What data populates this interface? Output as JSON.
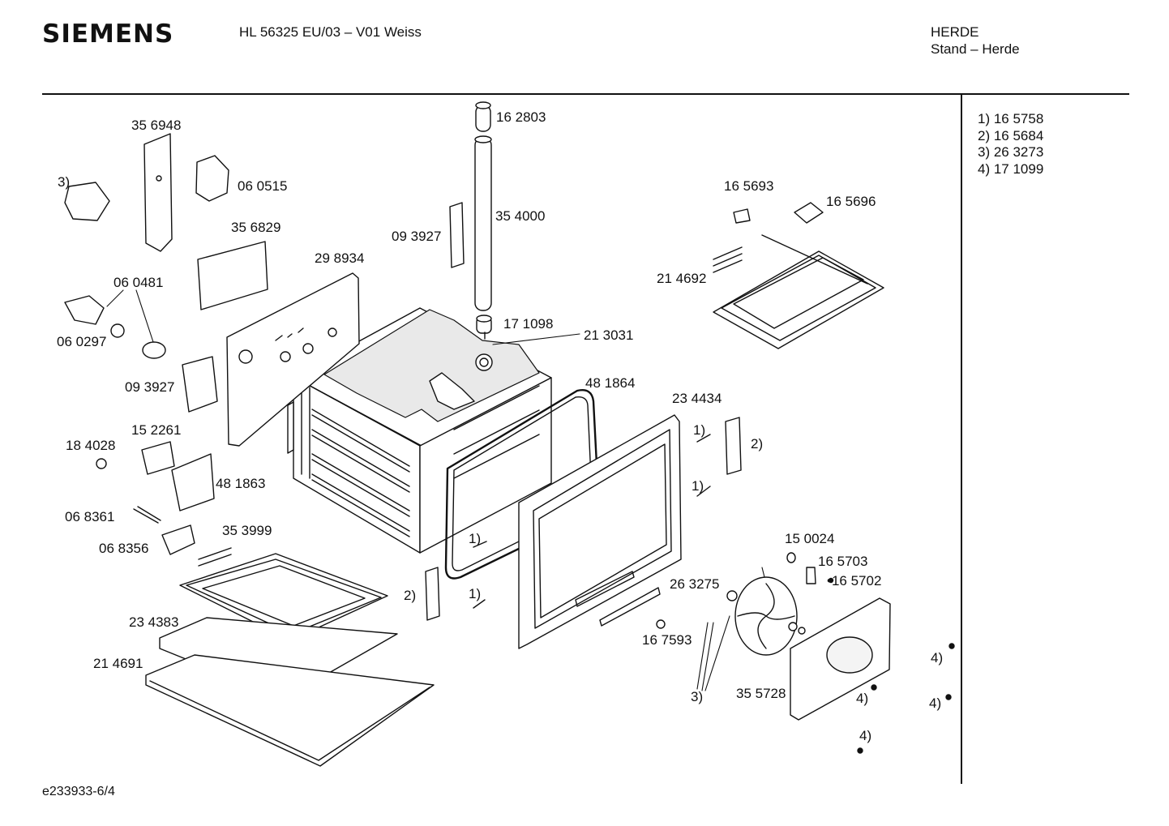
{
  "header": {
    "brand": "SIEMENS",
    "model": "HL 56325 EU/03 – V01 Weiss",
    "category": "HERDE",
    "subcategory": "Stand – Herde"
  },
  "legend": [
    "1) 16 5758",
    "2) 16 5684",
    "3) 26 3273",
    "4) 17 1099"
  ],
  "footer": "e233933-6/4",
  "part_labels": [
    "35 6948",
    "06 0515",
    "3)",
    "35 6829",
    "29 8934",
    "06 0481",
    "06 0297",
    "09 3927",
    "09 3927",
    "16 2803",
    "35 4000",
    "17 1098",
    "21 3031",
    "16 5693",
    "16 5696",
    "21 4692",
    "48 1864",
    "23 4434",
    "1)",
    "2)",
    "1)",
    "15 2261",
    "18 4028",
    "48 1863",
    "06 8361",
    "06 8356",
    "35 3999",
    "1)",
    "2)",
    "1)",
    "15 0024",
    "16 5703",
    "•16 5702",
    "26 3275",
    "16 7593",
    "23 4383",
    "21 4691",
    "3)",
    "35 5728",
    "4)",
    "4)",
    "4)",
    "4)"
  ]
}
